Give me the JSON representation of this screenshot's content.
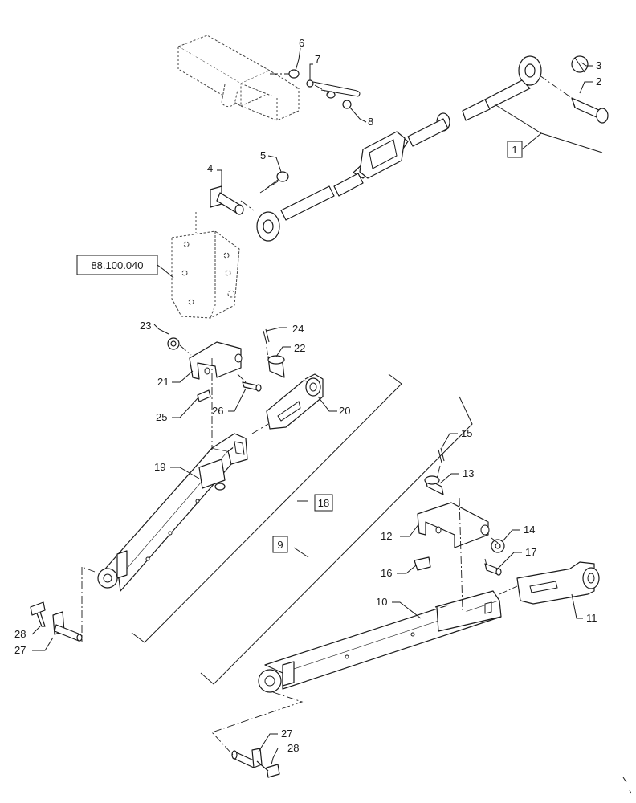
{
  "callouts": {
    "c1": "1",
    "c2": "2",
    "c3": "3",
    "c4": "4",
    "c5": "5",
    "c6": "6",
    "c7": "7",
    "c8": "8",
    "c9": "9",
    "c10": "10",
    "c11": "11",
    "c12": "12",
    "c13": "13",
    "c14": "14",
    "c15": "15",
    "c16": "16",
    "c17": "17",
    "c18": "18",
    "c19": "19",
    "c20": "20",
    "c21": "21",
    "c22": "22",
    "c23": "23",
    "c24": "24",
    "c25": "25",
    "c26": "26",
    "c27a": "27",
    "c28a": "28",
    "c27b": "27",
    "c28b": "28"
  },
  "reference": "88.100.040"
}
